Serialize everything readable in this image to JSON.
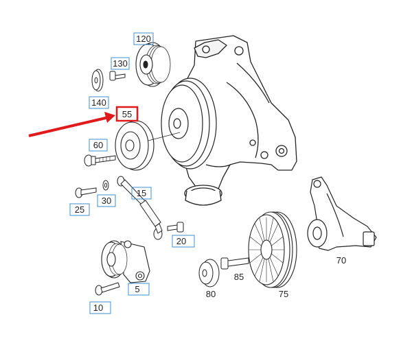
{
  "diagram": {
    "colors": {
      "line": "#222222",
      "label_box": "#3b8ccf",
      "highlight": "#e0191b"
    },
    "labels": {
      "p120": "120",
      "p130": "130",
      "p140": "140",
      "p55": "55",
      "p60": "60",
      "p15": "15",
      "p25": "25",
      "p30": "30",
      "p20": "20",
      "p70": "70",
      "p85": "85",
      "p80": "80",
      "p75": "75",
      "p5": "5",
      "p10": "10"
    },
    "highlighted_part": "55"
  }
}
